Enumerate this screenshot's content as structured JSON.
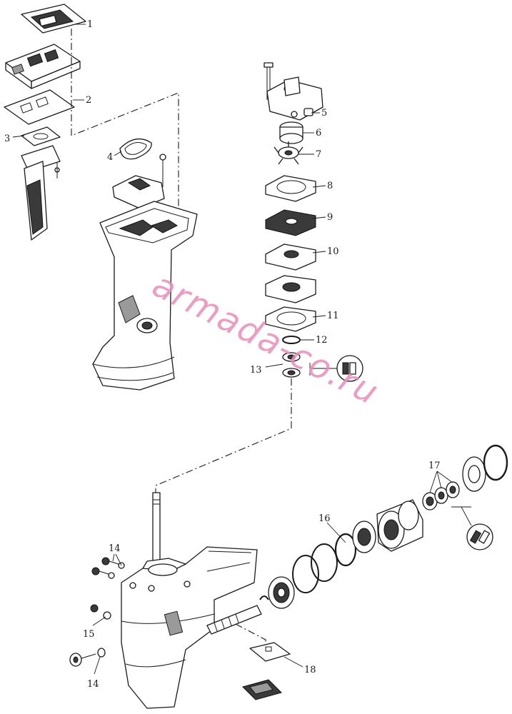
{
  "watermark": "armada-co.ru",
  "callouts": [
    "1",
    "2",
    "3",
    "4",
    "5",
    "6",
    "7",
    "8",
    "9",
    "10",
    "11",
    "12",
    "13",
    "14",
    "14",
    "15",
    "16",
    "17",
    "18"
  ],
  "colors": {
    "line": "#1a1a1a",
    "watermark": "#e88cb8",
    "background": "#ffffff"
  }
}
